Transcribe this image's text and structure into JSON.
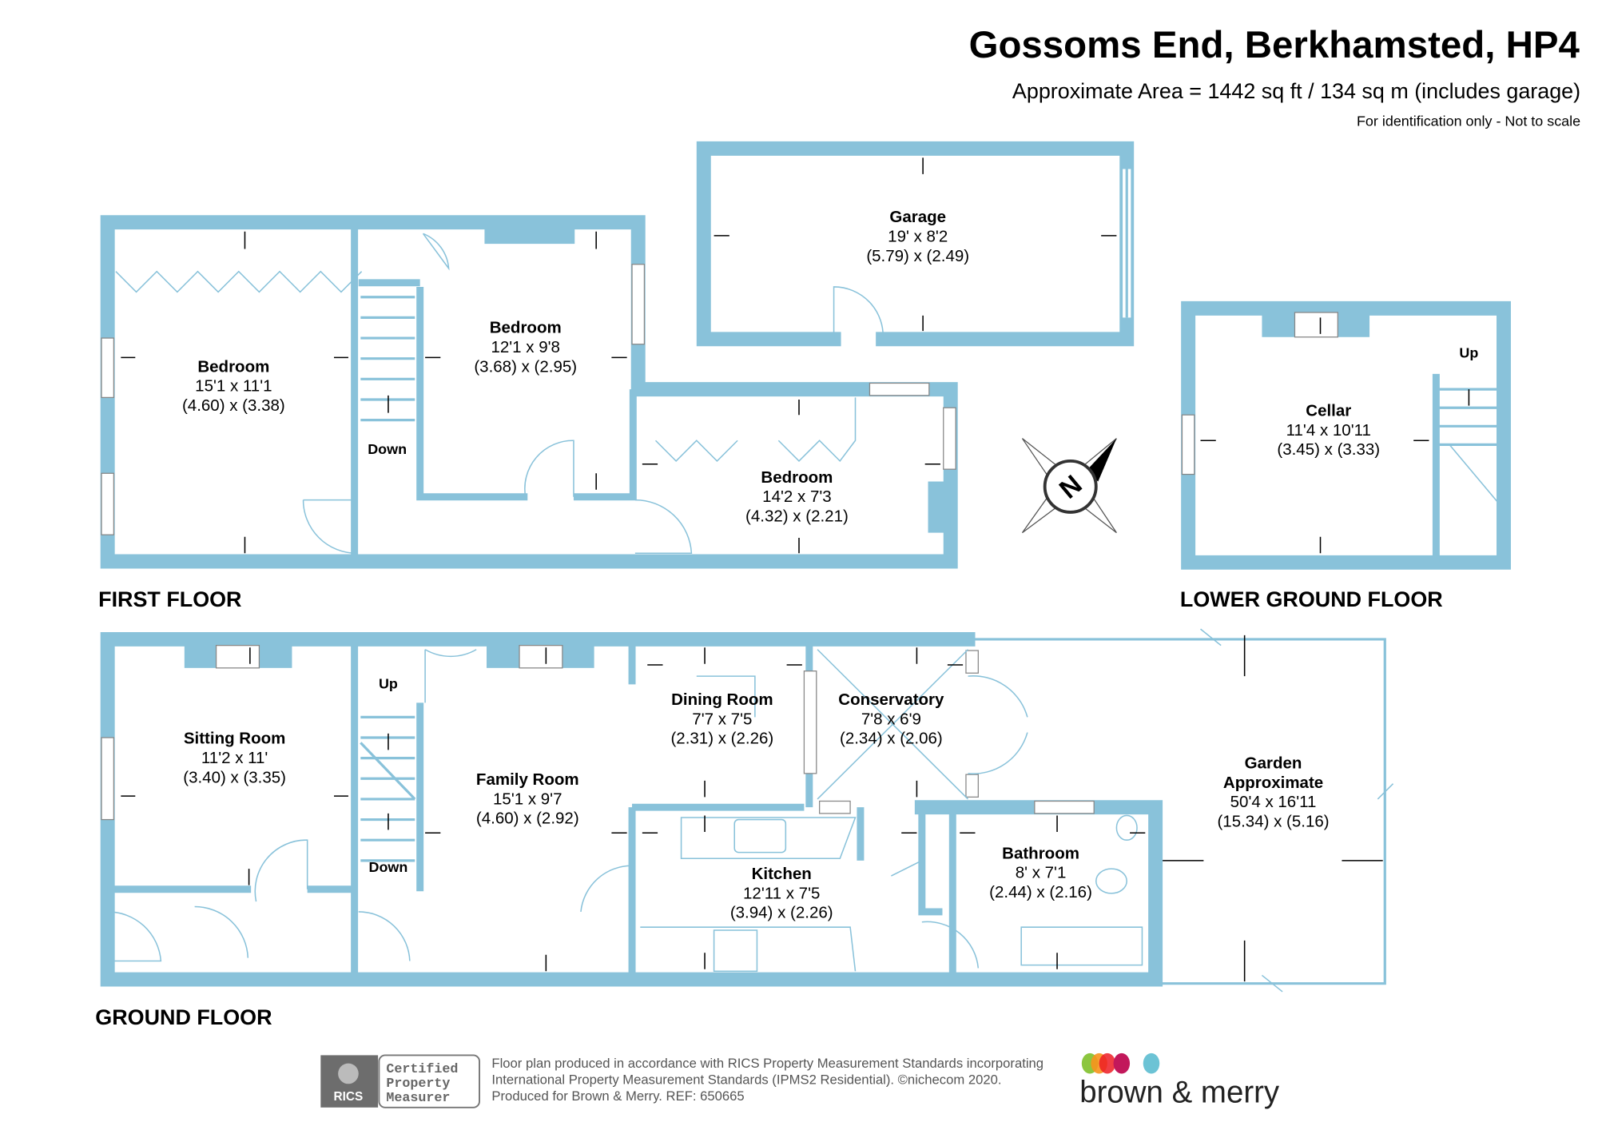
{
  "header": {
    "title": "Gossoms End, Berkhamsted, HP4",
    "area": "Approximate Area = 1442 sq ft / 134 sq m (includes garage)",
    "note": "For identification only - Not to scale"
  },
  "floors": {
    "first": "FIRST FLOOR",
    "lower": "LOWER GROUND FLOOR",
    "ground": "GROUND FLOOR"
  },
  "rooms": {
    "bed1": {
      "name": "Bedroom",
      "imp": "15'1 x 11'1",
      "met": "(4.60) x (3.38)"
    },
    "bed2": {
      "name": "Bedroom",
      "imp": "12'1 x 9'8",
      "met": "(3.68) x (2.95)"
    },
    "bed3": {
      "name": "Bedroom",
      "imp": "14'2 x 7'3",
      "met": "(4.32) x (2.21)"
    },
    "garage": {
      "name": "Garage",
      "imp": "19' x 8'2",
      "met": "(5.79) x (2.49)"
    },
    "cellar": {
      "name": "Cellar",
      "imp": "11'4 x 10'11",
      "met": "(3.45) x (3.33)"
    },
    "sitting": {
      "name": "Sitting Room",
      "imp": "11'2 x 11'",
      "met": "(3.40) x (3.35)"
    },
    "family": {
      "name": "Family Room",
      "imp": "15'1 x 9'7",
      "met": "(4.60) x (2.92)"
    },
    "dining": {
      "name": "Dining Room",
      "imp": "7'7 x 7'5",
      "met": "(2.31) x (2.26)"
    },
    "conserv": {
      "name": "Conservatory",
      "imp": "7'8 x 6'9",
      "met": "(2.34) x (2.06)"
    },
    "kitchen": {
      "name": "Kitchen",
      "imp": "12'11 x 7'5",
      "met": "(3.94) x (2.26)"
    },
    "bath": {
      "name": "Bathroom",
      "imp": "8' x 7'1",
      "met": "(2.44) x (2.16)"
    },
    "garden": {
      "name": "Garden",
      "name2": "Approximate",
      "imp": "50'4 x 16'11",
      "met": "(15.34) x (5.16)"
    }
  },
  "stairs": {
    "ff_down": "Down",
    "cellar_up": "Up",
    "gf_up": "Up",
    "gf_down": "Down"
  },
  "compass": "N",
  "footer": {
    "rics_mark": "RICS",
    "badge": [
      "Certified",
      "Property",
      "Measurer"
    ],
    "lines": [
      "Floor plan produced in accordance with RICS Property Measurement Standards incorporating",
      "International Property Measurement Standards (IPMS2 Residential).   ©nichecom 2020.",
      "Produced for Brown & Merry.   REF:  650665"
    ],
    "logo": "brown & merry"
  },
  "colors": {
    "wall": "#89c2da",
    "logo_dots": [
      "#8cc63f",
      "#f7941d",
      "#ed1c24",
      "#c2185b",
      "#6cc3d5"
    ]
  }
}
